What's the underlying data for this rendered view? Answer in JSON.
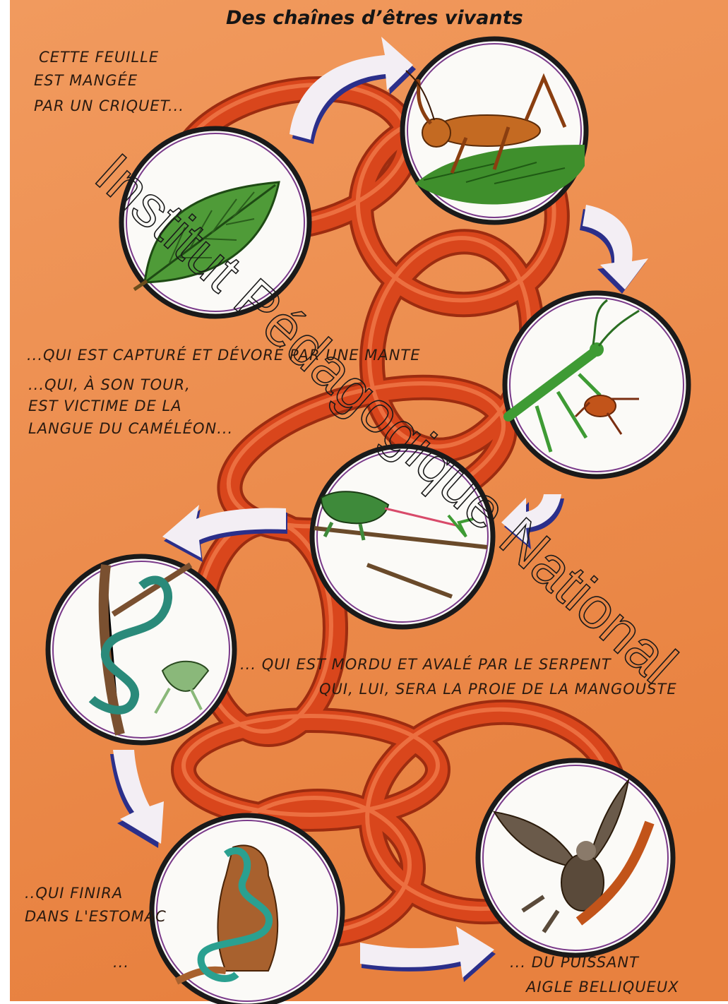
{
  "title": "Des chaînes d’êtres vivants",
  "captions": {
    "leaf": [
      "CETTE FEUILLE",
      "EST MANGÉE",
      "PAR UN CRIQUET..."
    ],
    "mantis": "...QUI EST CAPTURÉ ET DÉVORÉ PAR UNE MANTE",
    "chameleon": [
      "...QUI, À SON TOUR,",
      "EST VICTIME DE LA",
      "LANGUE DU CAMÉLÉON..."
    ],
    "snake": [
      "... QUI EST MORDU ET AVALÉ PAR LE SERPENT",
      "QUI, LUI, SERA LA PROIE DE LA MANGOUSTE"
    ],
    "mongoose": [
      "..QUI FINIRA",
      "DANS L'ESTOMAC",
      "..."
    ],
    "eagle": [
      "... DU PUISSANT",
      "AIGLE BELLIQUEUX"
    ]
  },
  "organisms": [
    "feuille",
    "criquet",
    "mante",
    "caméléon",
    "serpent",
    "mangouste",
    "aigle"
  ],
  "watermark": "Institut Pédagogique National",
  "colors": {
    "background": "#ee8a4c",
    "chain": "#d9461c",
    "chain_dark": "#9c2c10",
    "arrow": "#f3eef4",
    "arrow_shadow": "#2b2f8a",
    "circle_border": "#1a1a1a"
  },
  "icons": [
    "leaf-icon",
    "cricket-icon",
    "mantis-icon",
    "chameleon-icon",
    "snake-icon",
    "mongoose-icon",
    "eagle-icon",
    "arrow-icon"
  ]
}
